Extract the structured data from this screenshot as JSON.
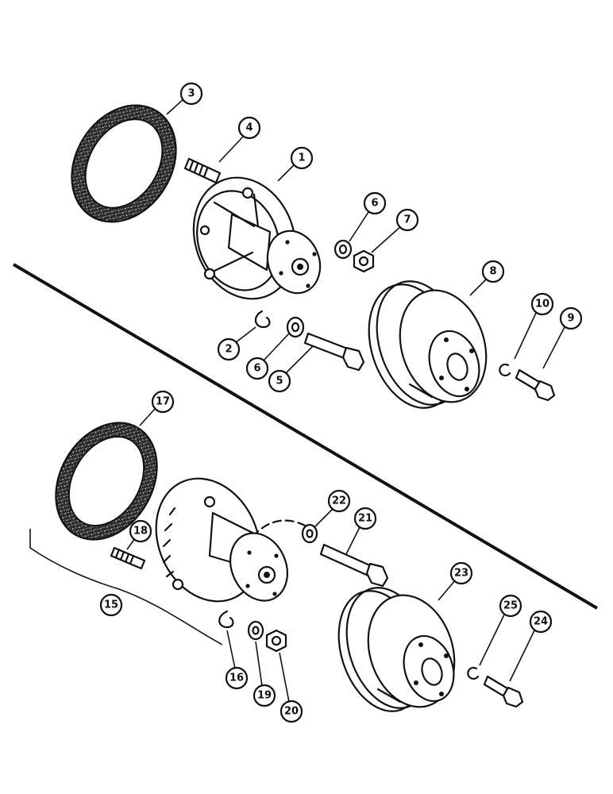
{
  "diagram": {
    "upper_assembly": {
      "callouts": [
        "3",
        "4",
        "1",
        "6",
        "7",
        "8",
        "10",
        "9",
        "2",
        "6",
        "5"
      ]
    },
    "lower_assembly": {
      "callouts": [
        "17",
        "22",
        "21",
        "23",
        "18",
        "15",
        "25",
        "24",
        "16",
        "19",
        "20"
      ]
    },
    "colors": {
      "ink": "#111111",
      "paper": "#ffffff",
      "gasket_fill": "#2a2a2a"
    }
  }
}
